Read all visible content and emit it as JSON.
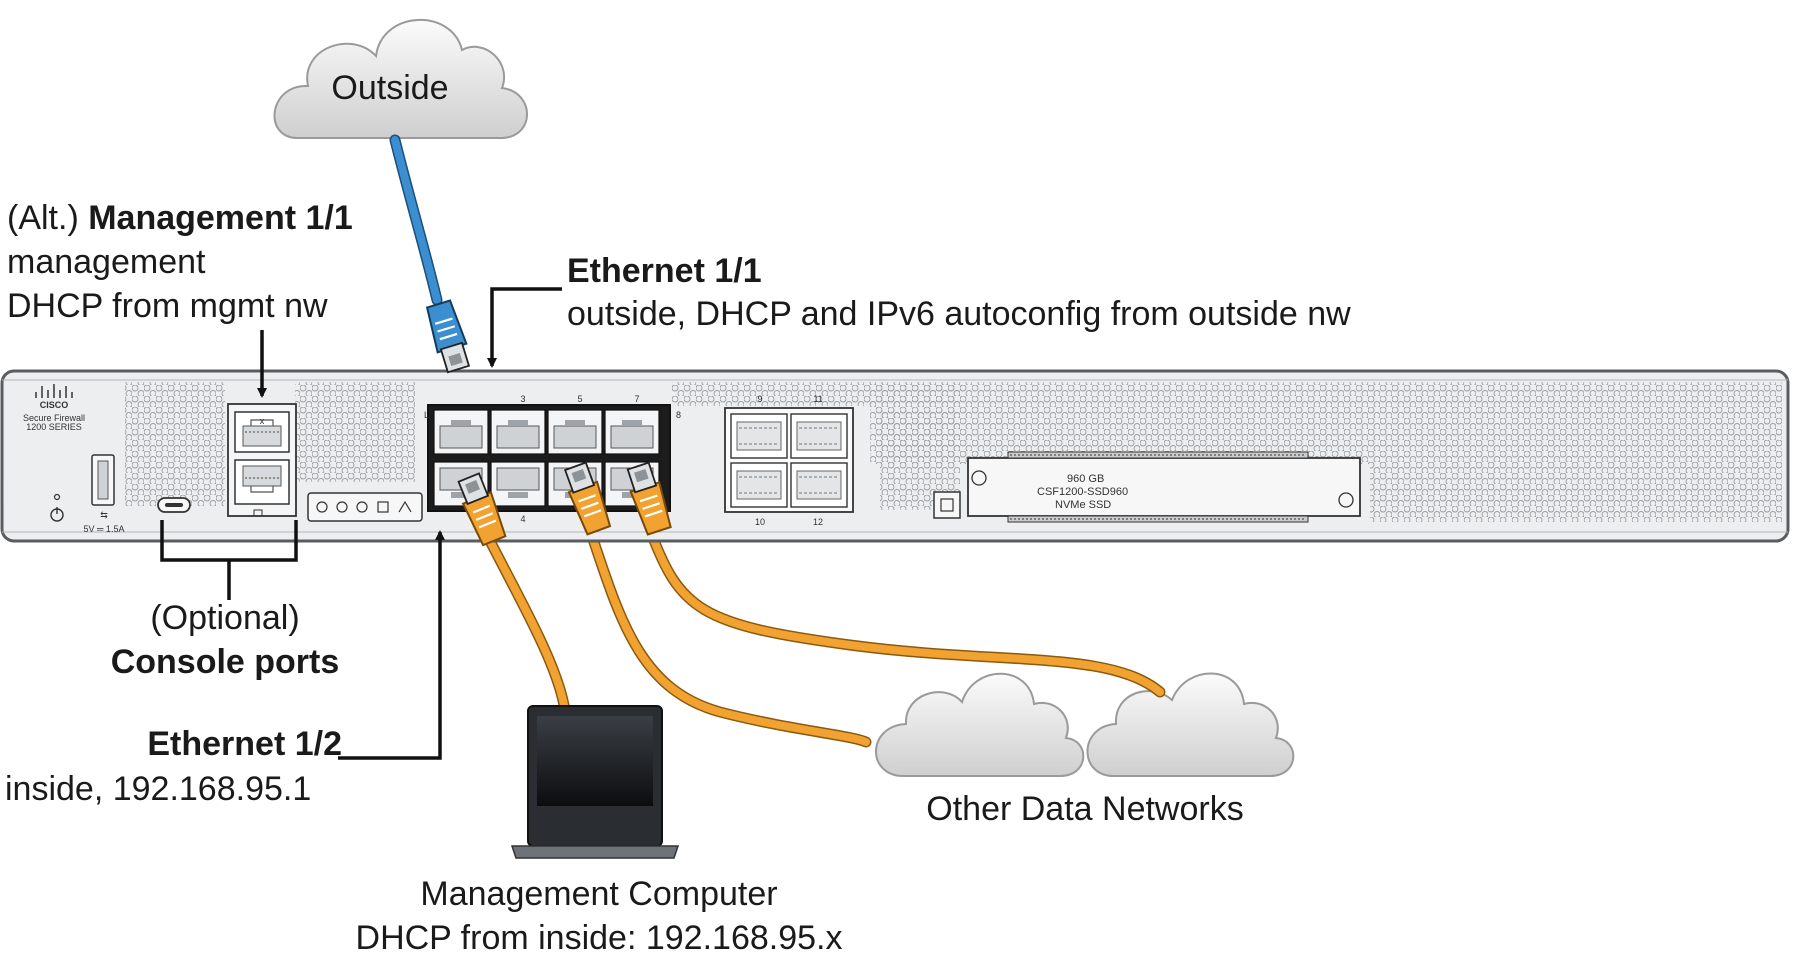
{
  "clouds": {
    "outside": "Outside"
  },
  "labels": {
    "mgmt": {
      "prefix": "(Alt.) ",
      "name": "Management 1/1",
      "line2": "management",
      "line3": "DHCP from mgmt nw"
    },
    "eth11": {
      "name": "Ethernet 1/1",
      "desc": "outside, DHCP and IPv6 autoconfig from outside nw"
    },
    "console": {
      "line1": "(Optional)",
      "line2": "Console ports"
    },
    "eth12": {
      "name": "Ethernet 1/2",
      "desc": "inside, 192.168.95.1"
    },
    "other": "Other Data Networks",
    "computer": {
      "line1": "Management Computer",
      "line2": "DHCP from inside: 192.168.95.x"
    }
  },
  "chassis": {
    "brand": "CISCO",
    "model_line1": "Secure Firewall",
    "model_line2": "1200 SERIES",
    "usb_rating": "5V ═ 1.5A",
    "port_numbers_top": [
      "3",
      "5",
      "7"
    ],
    "port_number_bottom": "4",
    "sfp_numbers_top": [
      "9",
      "11"
    ],
    "sfp_numbers_bottom": [
      "10",
      "12"
    ],
    "port_side_left": "L",
    "port_side_right": "8",
    "ssd_line1": "960  GB",
    "ssd_line2": "CSF1200-SSD960",
    "ssd_line3": "NVMe  SSD"
  },
  "colors": {
    "outside_cable": "#3b8fd0",
    "data_cable": "#f2a230",
    "chassis_fill": "#eceef0",
    "cloud_fill": "#e4e4e4"
  },
  "icons": [
    "cloud-icon",
    "laptop-icon",
    "rj45-connector-icon",
    "power-icon"
  ]
}
